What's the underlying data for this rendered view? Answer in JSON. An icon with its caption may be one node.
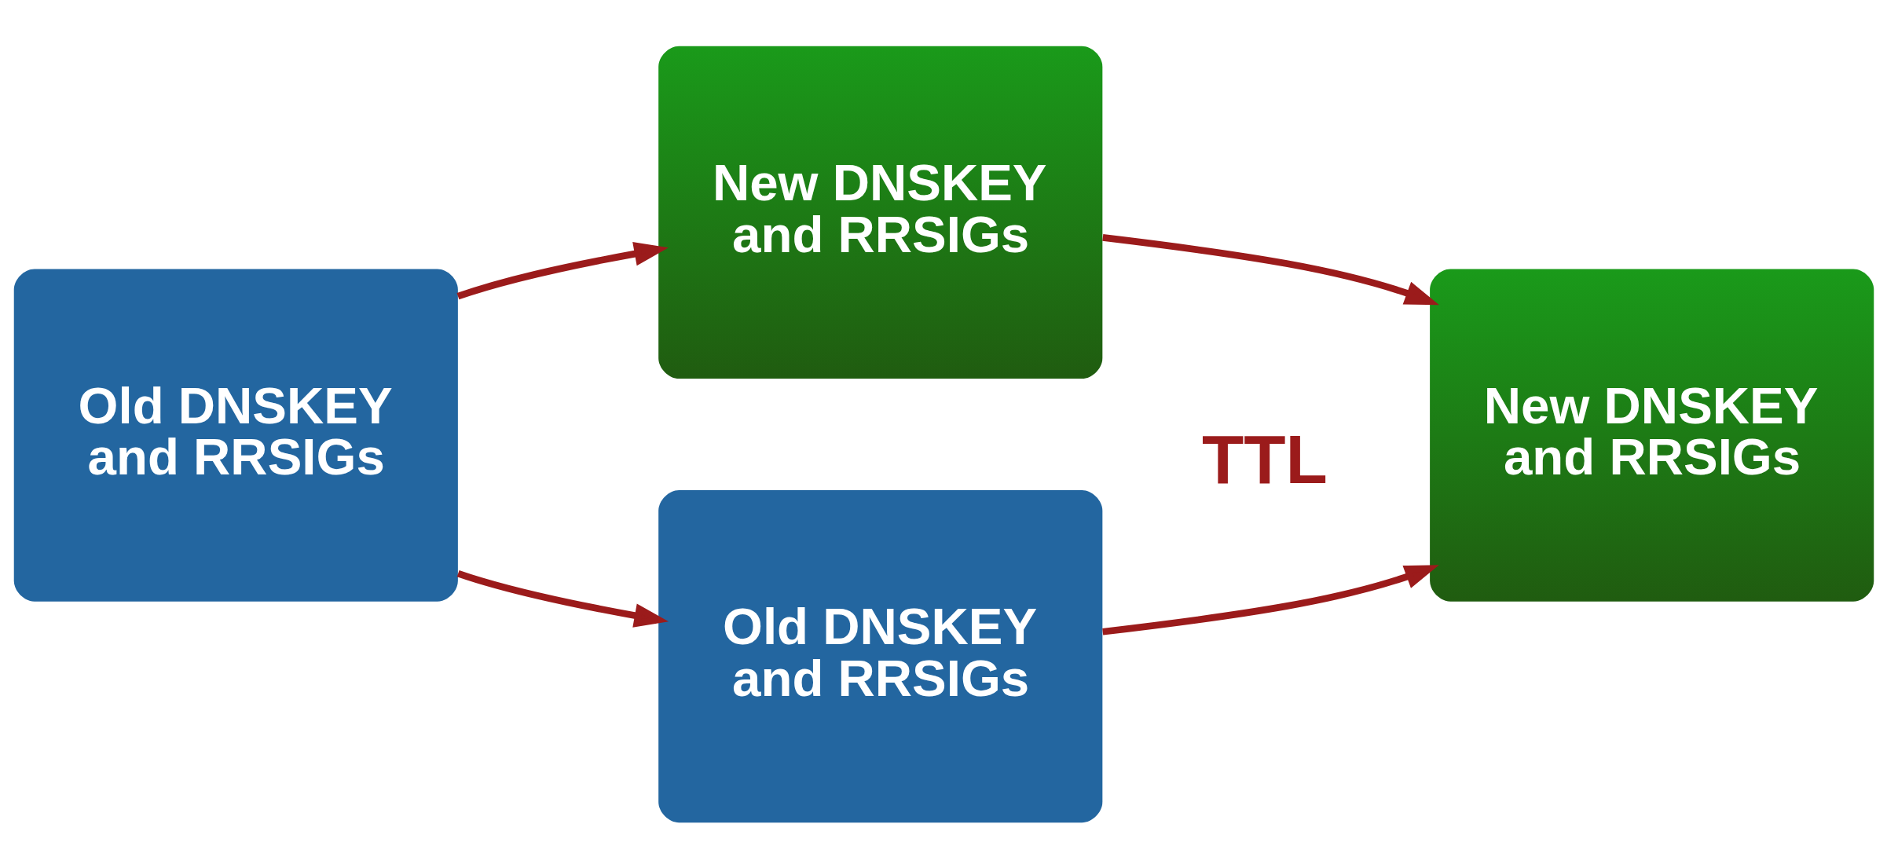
{
  "diagram": {
    "nodes": [
      {
        "text": [
          "Old DNSKEY and RRSIGs"
        ]
      },
      {
        "text": [
          "New DNSKEY and RRSIGs"
        ]
      },
      {
        "text": [
          "Old DNSKEY and RRSIGs"
        ]
      },
      {
        "text": [
          "New DNSKEY and RRSIGs"
        ]
      }
    ],
    "edges": [
      {
        "from": 0,
        "to": 1,
        "arrow": "to"
      },
      {
        "from": 0,
        "to": 2,
        "arrow": "to"
      },
      {
        "from": 1,
        "to": 3,
        "arrow": "to"
      },
      {
        "from": 2,
        "to": 3,
        "arrow": "to",
        "label": "TTL"
      }
    ]
  }
}
